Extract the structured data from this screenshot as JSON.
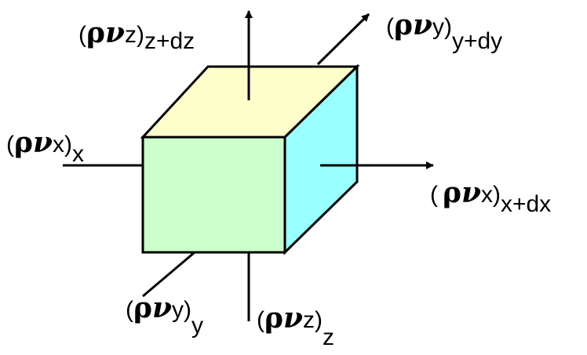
{
  "colors": {
    "face_top": "#FFFFCC",
    "face_front": "#CCFFCC",
    "face_right": "#99FFFF",
    "stroke": "#000000",
    "background": "#FFFFFF"
  },
  "labels": {
    "z_out": {
      "open": "(",
      "rho": "ρ",
      "nu": "ν",
      "comp": "z)",
      "sub": "z+dz"
    },
    "y_out": {
      "open": "(",
      "rho": "ρ",
      "nu": "ν",
      "comp": "y)",
      "sub": "y+dy"
    },
    "x_in": {
      "open": "(",
      "rho": "ρ",
      "nu": "ν",
      "comp": "x)",
      "sub": "x"
    },
    "x_out": {
      "open": "(",
      "rho": "ρ",
      "nu": "ν",
      "comp": "x)",
      "sub": "x+dx"
    },
    "y_in": {
      "open": "(",
      "rho": "ρ",
      "nu": "ν",
      "comp": "y)",
      "sub": "y"
    },
    "z_in": {
      "open": "(",
      "rho": "ρ",
      "nu": "ν",
      "comp": "z)",
      "sub": "z"
    }
  }
}
